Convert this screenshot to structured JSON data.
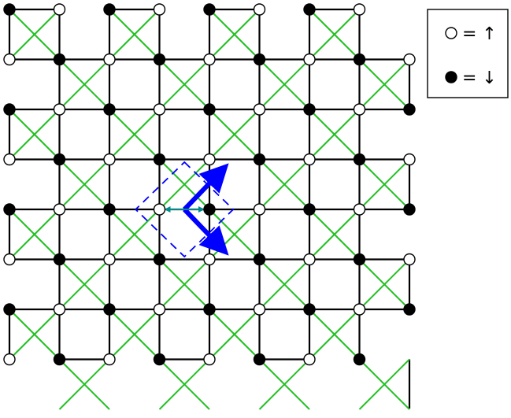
{
  "diagram": {
    "lattice_rows": 8,
    "lattice_cols": 9,
    "colors": {
      "edge": "#000000",
      "plaquette_cross": "#22c022",
      "arrow": "#0000ff",
      "dashed": "#0000ff",
      "teal_arrow": "#008b8b",
      "site_up_fill": "#ffffff",
      "site_down_fill": "#000000"
    },
    "site_spins": [
      [
        "down",
        "up",
        "down",
        "up",
        "down",
        "up",
        "down",
        "up",
        null
      ],
      [
        "up",
        "down",
        "up",
        "down",
        "up",
        "down",
        "up",
        "down",
        "up"
      ],
      [
        "down",
        "up",
        "down",
        "up",
        "down",
        "up",
        "down",
        "up",
        "down"
      ],
      [
        "up",
        "down",
        "up",
        "down",
        "up",
        "down",
        "up",
        "down",
        "up"
      ],
      [
        "down",
        "up",
        "down",
        "up",
        "down",
        "up",
        "down",
        "up",
        "down"
      ],
      [
        "up",
        "down",
        "up",
        "down",
        "up",
        "down",
        "up",
        "down",
        "up"
      ],
      [
        "down",
        "up",
        "down",
        "up",
        "down",
        "up",
        "down",
        "up",
        "down"
      ],
      [
        "up",
        "down",
        "up",
        "down",
        "up",
        "down",
        "up",
        "down",
        null
      ]
    ],
    "legend": {
      "up_symbol": "up-arrow",
      "down_symbol": "down-arrow",
      "up_text": "= ↑",
      "down_text": "= ↓"
    }
  }
}
